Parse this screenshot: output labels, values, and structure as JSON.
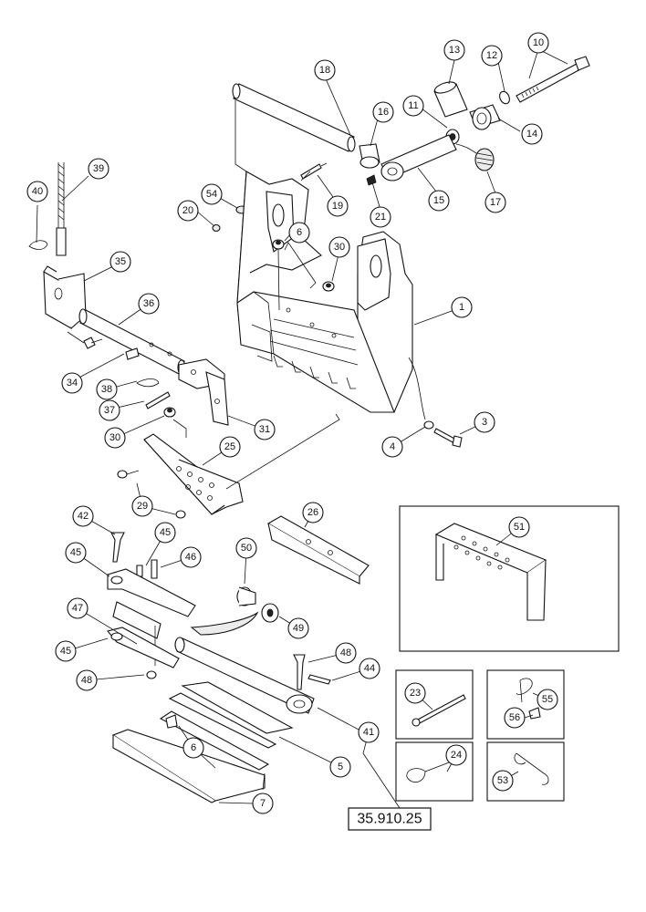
{
  "diagram": {
    "reference_code": "35.910.25",
    "callouts": [
      {
        "id": "c10",
        "label": "10"
      },
      {
        "id": "c12",
        "label": "12"
      },
      {
        "id": "c13",
        "label": "13"
      },
      {
        "id": "c18",
        "label": "18"
      },
      {
        "id": "c16",
        "label": "16"
      },
      {
        "id": "c11",
        "label": "11"
      },
      {
        "id": "c14",
        "label": "14"
      },
      {
        "id": "c39",
        "label": "39"
      },
      {
        "id": "c40",
        "label": "40"
      },
      {
        "id": "c54",
        "label": "54"
      },
      {
        "id": "c20",
        "label": "20"
      },
      {
        "id": "c19",
        "label": "19"
      },
      {
        "id": "c21",
        "label": "21"
      },
      {
        "id": "c15",
        "label": "15"
      },
      {
        "id": "c17",
        "label": "17"
      },
      {
        "id": "c6a",
        "label": "6"
      },
      {
        "id": "c30a",
        "label": "30"
      },
      {
        "id": "c35",
        "label": "35"
      },
      {
        "id": "c36",
        "label": "36"
      },
      {
        "id": "c1",
        "label": "1"
      },
      {
        "id": "c34",
        "label": "34"
      },
      {
        "id": "c38",
        "label": "38"
      },
      {
        "id": "c37",
        "label": "37"
      },
      {
        "id": "c31",
        "label": "31"
      },
      {
        "id": "c30b",
        "label": "30"
      },
      {
        "id": "c3",
        "label": "3"
      },
      {
        "id": "c4",
        "label": "4"
      },
      {
        "id": "c25",
        "label": "25"
      },
      {
        "id": "c29",
        "label": "29"
      },
      {
        "id": "c26",
        "label": "26"
      },
      {
        "id": "c42",
        "label": "42"
      },
      {
        "id": "c45a",
        "label": "45"
      },
      {
        "id": "c45b",
        "label": "45"
      },
      {
        "id": "c46",
        "label": "46"
      },
      {
        "id": "c50",
        "label": "50"
      },
      {
        "id": "c51",
        "label": "51"
      },
      {
        "id": "c49",
        "label": "49"
      },
      {
        "id": "c47",
        "label": "47"
      },
      {
        "id": "c45c",
        "label": "45"
      },
      {
        "id": "c48a",
        "label": "48"
      },
      {
        "id": "c48b",
        "label": "48"
      },
      {
        "id": "c44",
        "label": "44"
      },
      {
        "id": "c23",
        "label": "23"
      },
      {
        "id": "c55",
        "label": "55"
      },
      {
        "id": "c56",
        "label": "56"
      },
      {
        "id": "c41",
        "label": "41"
      },
      {
        "id": "c6b",
        "label": "6"
      },
      {
        "id": "c5",
        "label": "5"
      },
      {
        "id": "c24",
        "label": "24"
      },
      {
        "id": "c53",
        "label": "53"
      },
      {
        "id": "c7",
        "label": "7"
      }
    ]
  }
}
